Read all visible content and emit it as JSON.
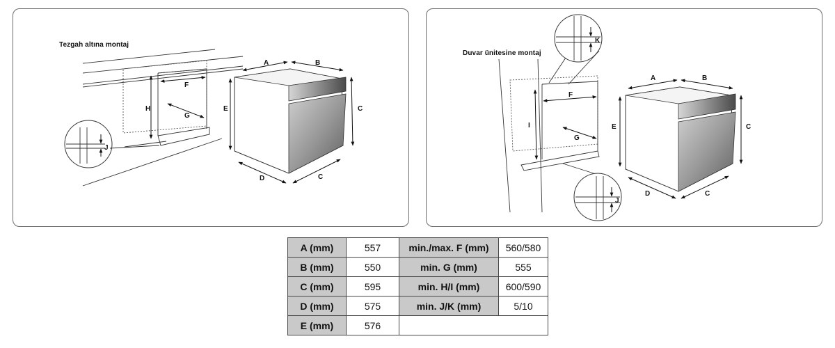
{
  "left_panel": {
    "title": "Tezgah altına montaj",
    "labels": [
      "A",
      "B",
      "C",
      "D",
      "C",
      "E",
      "F",
      "G",
      "H",
      "J"
    ]
  },
  "right_panel": {
    "title": "Duvar ünitesine montaj",
    "labels": [
      "A",
      "B",
      "C",
      "D",
      "C",
      "E",
      "F",
      "G",
      "I",
      "J",
      "K"
    ]
  },
  "spec_table": {
    "rows": [
      {
        "k1": "A (mm)",
        "v1": "557",
        "k2": "min./max. F (mm)",
        "v2": "560/580"
      },
      {
        "k1": "B (mm)",
        "v1": "550",
        "k2": "min. G (mm)",
        "v2": "555"
      },
      {
        "k1": "C (mm)",
        "v1": "595",
        "k2": "min. H/I (mm)",
        "v2": "600/590"
      },
      {
        "k1": "D (mm)",
        "v1": "575",
        "k2": "min. J/K (mm)",
        "v2": "5/10"
      },
      {
        "k1": "E (mm)",
        "v1": "576",
        "k2": "",
        "v2": ""
      }
    ]
  }
}
